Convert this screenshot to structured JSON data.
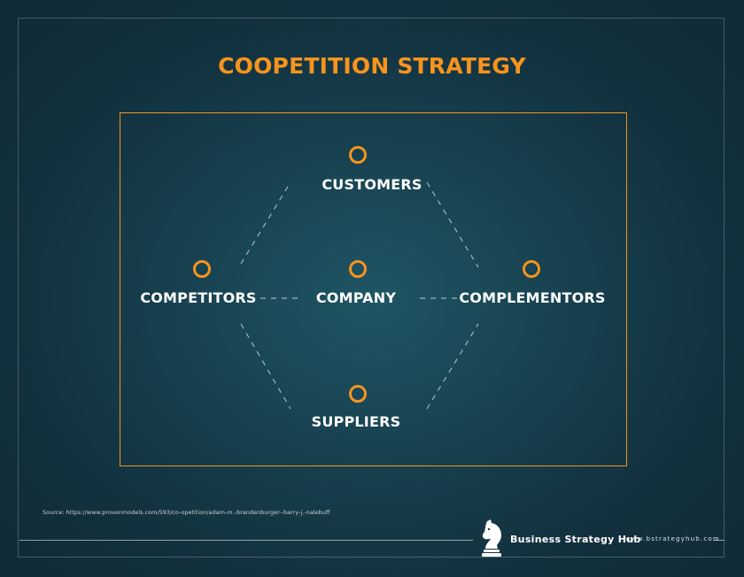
{
  "title": "COOPETITION STRATEGY",
  "nodes": {
    "customers": "CUSTOMERS",
    "competitors": "COMPETITORS",
    "company": "COMPANY",
    "complementors": "COMPLEMENTORS",
    "suppliers": "SUPPLIERS"
  },
  "source": "Source: https://www.provenmodels.com/593/co-opetition/adam-m.-brandenburger--barry-j.-nalebuff",
  "footer": {
    "brand": "Business Strategy Hub",
    "url": "www.bstrategyhub.com"
  },
  "colors": {
    "accent": "#f7941d",
    "background": "#17404f",
    "text": "#ffffff"
  },
  "icons": {
    "node": "ring-icon",
    "logo": "knight-chess-piece-icon"
  }
}
